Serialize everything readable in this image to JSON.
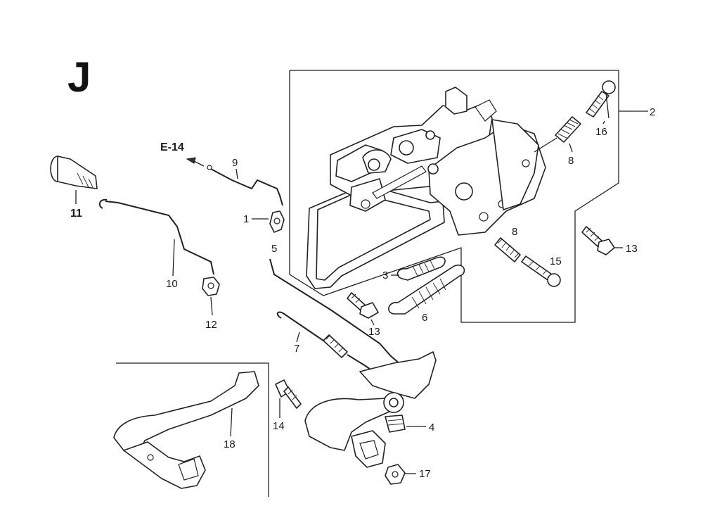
{
  "diagram": {
    "section_letter": "J",
    "reference_label": "E-14",
    "callouts": {
      "p1": "1",
      "p2": "2",
      "p3": "3",
      "p4": "4",
      "p5": "5",
      "p6": "6",
      "p7": "7",
      "p8a": "8",
      "p8b": "8",
      "p9": "9",
      "p10": "10",
      "p11": "11",
      "p12": "12",
      "p13a": "13",
      "p13b": "13",
      "p14": "14",
      "p15": "15",
      "p16": "16",
      "p17": "17",
      "p18": "18"
    }
  }
}
